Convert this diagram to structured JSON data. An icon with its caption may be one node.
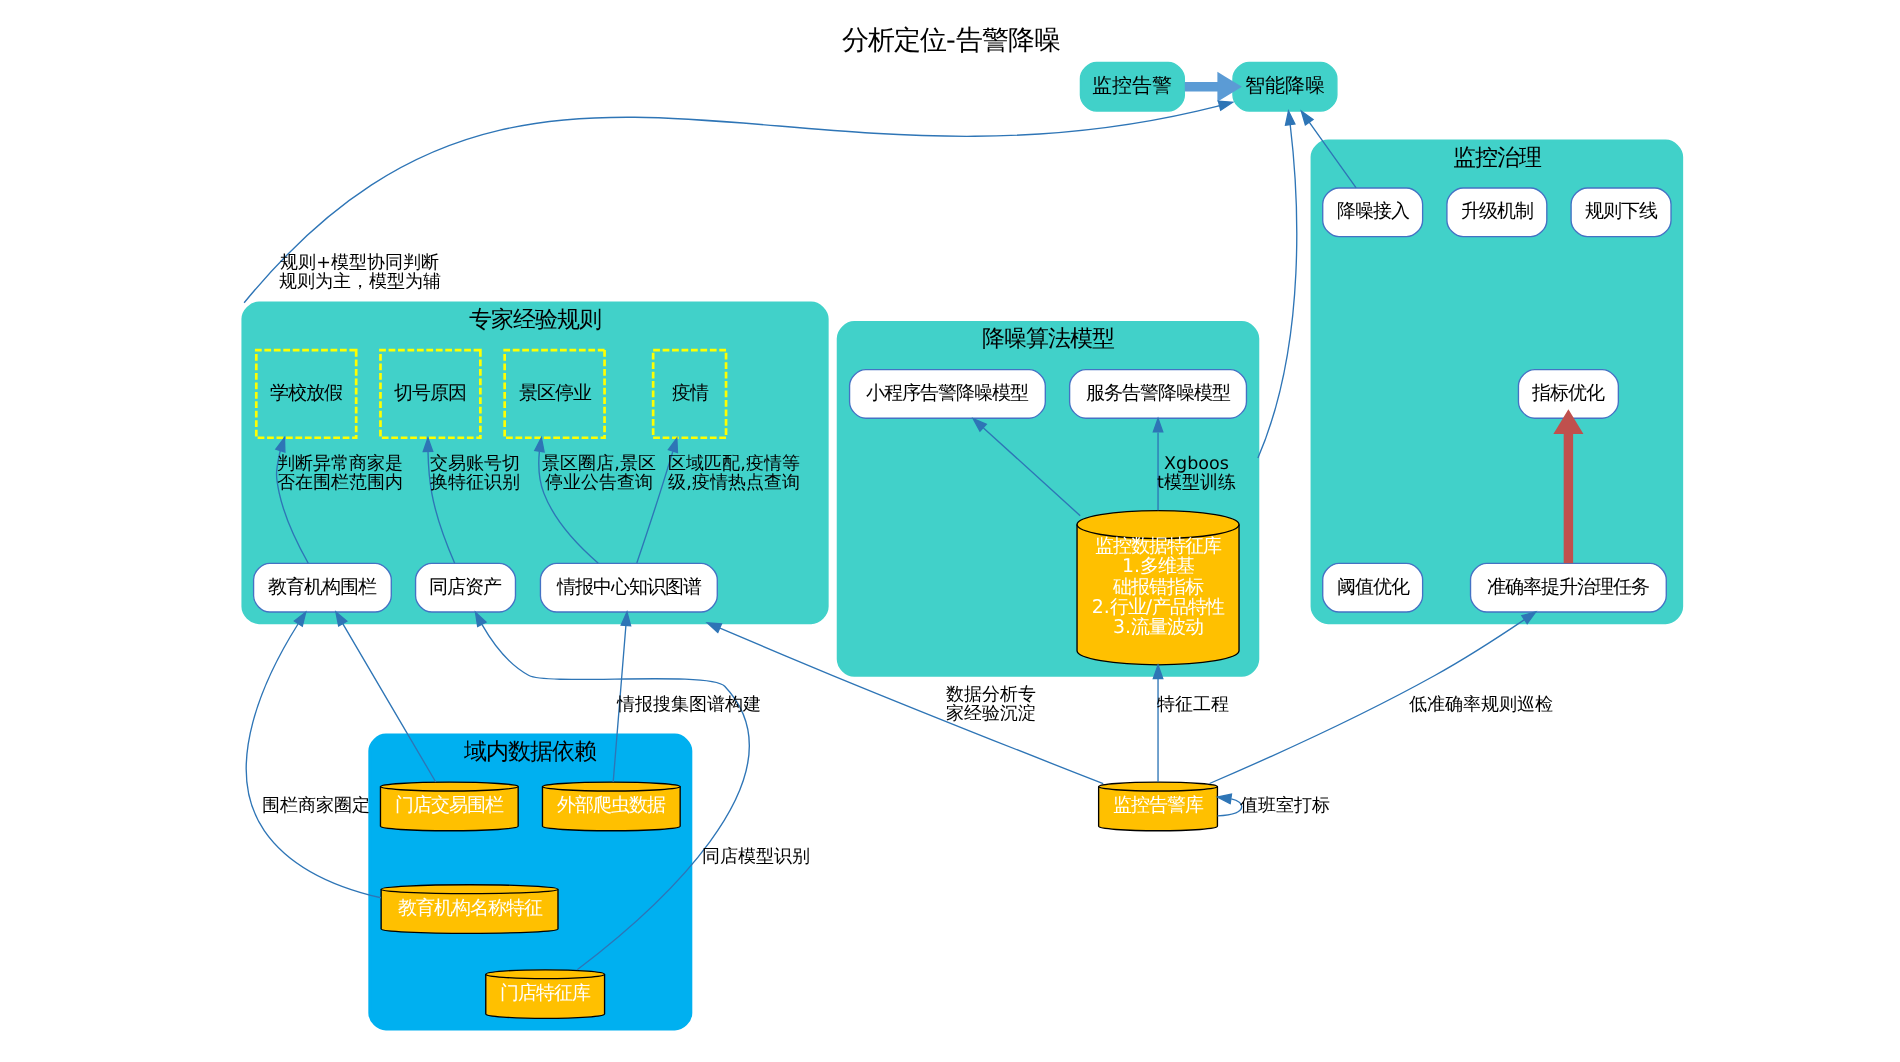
{
  "diagram": {
    "title": "分析定位-告警降噪",
    "nodes": [
      {
        "text": [
          "监控告警"
        ]
      },
      {
        "text": [
          "智能降噪"
        ]
      },
      {
        "text": [
          "专家经验规则"
        ]
      },
      {
        "text": [
          "切号原因"
        ],
        "in": 2
      },
      {
        "text": [
          "同店资产"
        ],
        "in": 2
      },
      {
        "text": [
          "学校放假"
        ],
        "in": 2
      },
      {
        "text": [
          "教育机构围栏"
        ],
        "in": 2
      },
      {
        "text": [
          "景区停业"
        ],
        "in": 2
      },
      {
        "text": [
          "疫情"
        ],
        "in": 2
      },
      {
        "text": [
          "情报中心知识图谱"
        ],
        "in": 2
      },
      {
        "text": [
          "降噪算法模型"
        ]
      },
      {
        "text": [
          "小程序告警降噪模型"
        ],
        "in": 10
      },
      {
        "text": [
          "服务告警降噪模型"
        ],
        "in": 10
      },
      {
        "text": [
          "监控数据特征库",
          "1.多维基础报错指标",
          "2.行业/产品特性",
          "3.流量波动"
        ],
        "in": 10
      },
      {
        "text": [
          "监控治理"
        ]
      },
      {
        "text": [
          "降噪接入"
        ],
        "in": 14
      },
      {
        "text": [
          "规则下线"
        ],
        "in": 14
      },
      {
        "text": [
          "升级机制"
        ],
        "in": 14
      },
      {
        "text": [
          "阈值优化"
        ],
        "in": 14
      },
      {
        "text": [
          "指标优化"
        ],
        "in": 14
      },
      {
        "text": [
          "准确率提升治理任务"
        ],
        "in": 14
      },
      {
        "text": [
          "域内数据依赖"
        ]
      },
      {
        "text": [
          "门店特征库"
        ],
        "in": 21
      },
      {
        "text": [
          "教育机构名称特征"
        ],
        "in": 21
      },
      {
        "text": [
          "门店交易围栏"
        ],
        "in": 21
      },
      {
        "text": [
          "外部爬虫数据"
        ],
        "in": 21
      },
      {
        "text": [
          "监控告警库"
        ]
      }
    ],
    "edges": [
      {
        "from": 0,
        "to": 1,
        "arrow": "to",
        "style": "thick",
        "color": "#5b9bd5"
      },
      {
        "from": 4,
        "to": 3,
        "arrow": "to",
        "label": "交易账号切换特征识别"
      },
      {
        "from": 6,
        "to": 5,
        "arrow": "to",
        "label": "判断异常商家是否在围栏范围内"
      },
      {
        "from": 9,
        "to": 7,
        "arrow": "to",
        "label": "景区圈店,景区停业公告查询"
      },
      {
        "from": 9,
        "to": 8,
        "arrow": "to",
        "label": "区域匹配,疫情等级,疫情热点查询"
      },
      {
        "from": 22,
        "to": 4,
        "arrow": "to",
        "label": "同店模型识别"
      },
      {
        "from": 23,
        "to": 6,
        "arrow": "to",
        "label": "围栏商家圈定"
      },
      {
        "from": 24,
        "to": 6,
        "arrow": "to"
      },
      {
        "from": 25,
        "to": 9,
        "arrow": "to",
        "label": "情报搜集图谱构建"
      },
      {
        "from": 2,
        "to": 1,
        "arrow": "to",
        "label": "规则+模型协同判断规则为主，模型为辅"
      },
      {
        "from": 10,
        "to": 1,
        "arrow": "to"
      },
      {
        "from": 15,
        "to": 1,
        "arrow": "to"
      },
      {
        "from": 13,
        "to": 11,
        "arrow": "to"
      },
      {
        "from": 13,
        "to": 12,
        "arrow": "to",
        "label": "Xgboost模型训练"
      },
      {
        "from": 20,
        "to": 19,
        "arrow": "to",
        "style": "thick",
        "color": "#c0504d"
      },
      {
        "from": 26,
        "to": 13,
        "arrow": "to",
        "label": "特征工程"
      },
      {
        "from": 26,
        "to": 2,
        "arrow": "to",
        "label": "数据分析专家经验沉淀"
      },
      {
        "from": 26,
        "to": 20,
        "arrow": "to",
        "label": "低准确率规则巡检"
      },
      {
        "from": 26,
        "to": 26,
        "arrow": "to",
        "label": "值班室打标"
      }
    ]
  }
}
